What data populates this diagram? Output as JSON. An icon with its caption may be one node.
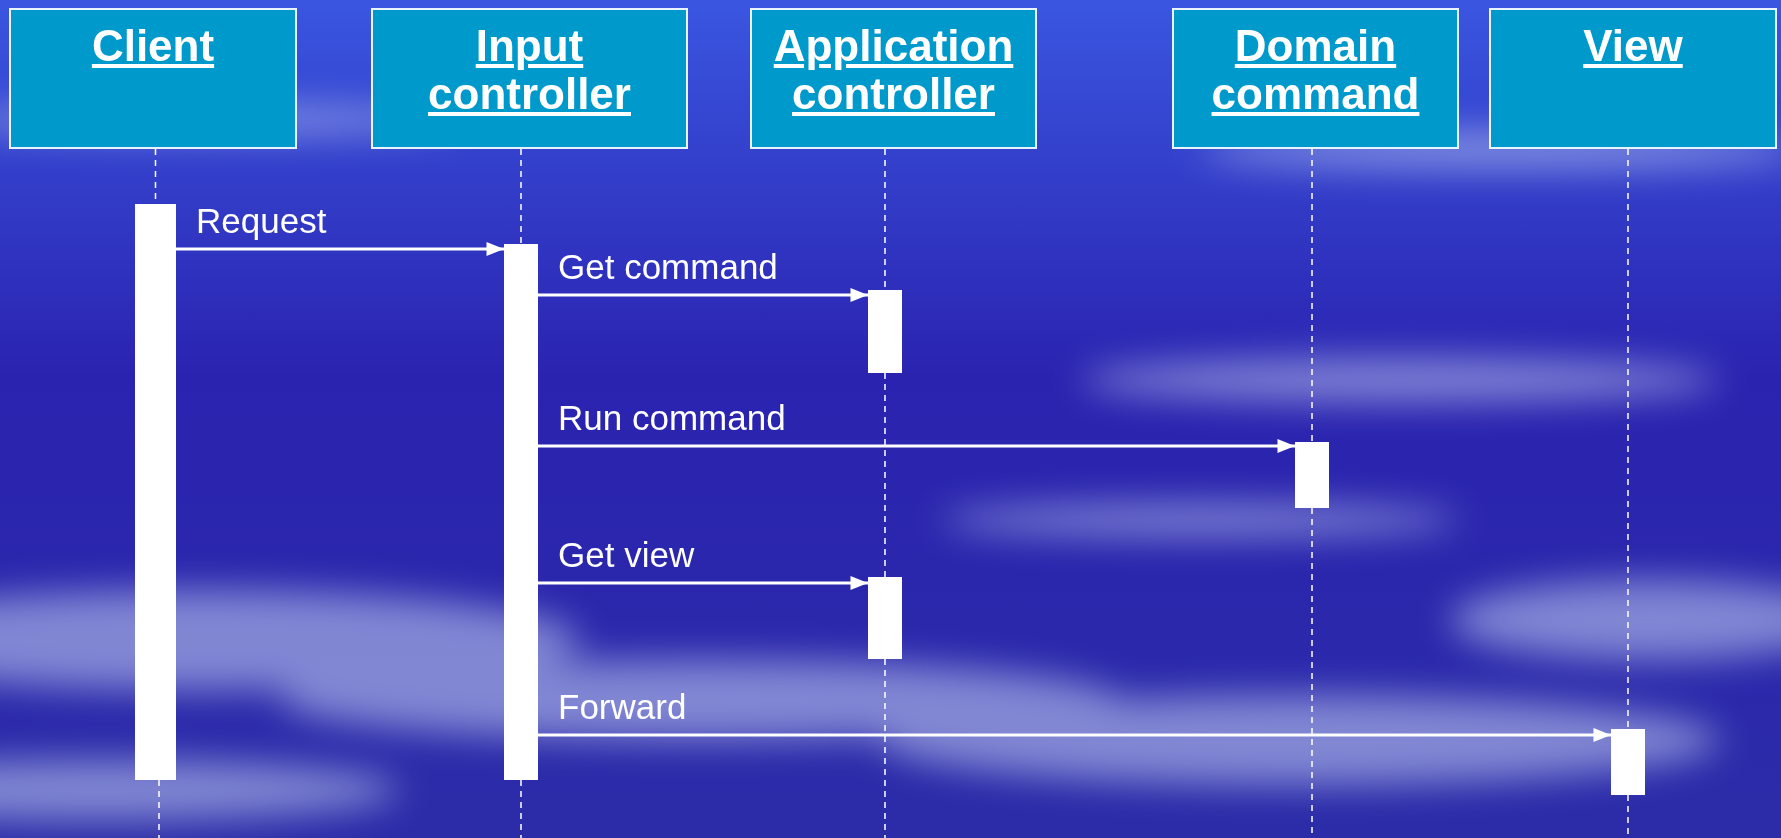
{
  "diagram": {
    "nodes": [
      {
        "text": [
          "Client"
        ]
      },
      {
        "text": [
          "Input controller"
        ]
      },
      {
        "text": [
          "Application controller"
        ]
      },
      {
        "text": [
          "Domain command"
        ]
      },
      {
        "text": [
          "View"
        ]
      },
      {
        "text": [],
        "shape": "bar"
      },
      {
        "text": [],
        "shape": "bar"
      },
      {
        "text": [],
        "shape": "bar"
      },
      {
        "text": [],
        "shape": "bar"
      },
      {
        "text": [],
        "shape": "bar"
      },
      {
        "text": [],
        "shape": "bar"
      }
    ],
    "edges": [
      {
        "from": 5,
        "to": 6,
        "arrow": "to",
        "label": "Request"
      },
      {
        "from": 6,
        "to": 7,
        "arrow": "to",
        "label": "Get command"
      },
      {
        "from": 6,
        "to": 8,
        "arrow": "to",
        "label": "Run command"
      },
      {
        "from": 6,
        "to": 9,
        "arrow": "to",
        "label": "Get view"
      },
      {
        "from": 6,
        "to": 10,
        "arrow": "to",
        "label": "Forward"
      },
      {
        "from": 0,
        "to": 5,
        "arrow": "none",
        "style": "dashed"
      },
      {
        "from": 1,
        "to": 6,
        "arrow": "none",
        "style": "dashed"
      },
      {
        "from": 2,
        "to": 7,
        "arrow": "none",
        "style": "dashed"
      },
      {
        "from": 7,
        "to": 9,
        "arrow": "none",
        "style": "dashed"
      },
      {
        "from": 3,
        "to": 8,
        "arrow": "none",
        "style": "dashed"
      },
      {
        "from": 4,
        "to": 10,
        "arrow": "none",
        "style": "dashed"
      }
    ]
  }
}
